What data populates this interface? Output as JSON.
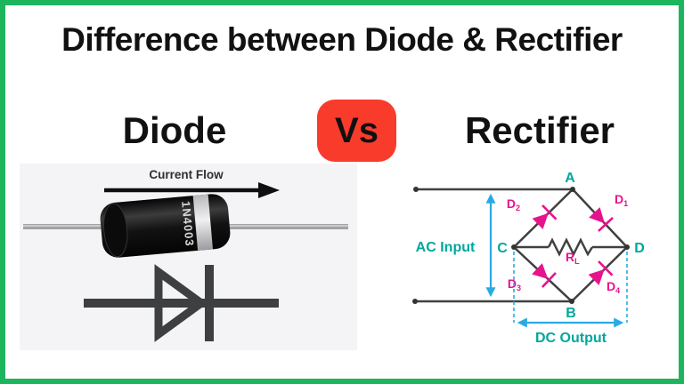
{
  "header": {
    "title": "Difference between Diode & Rectifier"
  },
  "comparison": {
    "left_label": "Diode",
    "vs_label": "Vs",
    "right_label": "Rectifier"
  },
  "diode_panel": {
    "current_flow_label": "Current Flow",
    "part_number": "1N4003"
  },
  "circuit": {
    "ac_input_label": "AC Input",
    "dc_output_label": "DC Output",
    "nodes": [
      "A",
      "B",
      "C",
      "D"
    ],
    "load_resistor": {
      "base": "R",
      "sub": "L"
    },
    "diodes": [
      {
        "base": "D",
        "sub": "1"
      },
      {
        "base": "D",
        "sub": "2"
      },
      {
        "base": "D",
        "sub": "3"
      },
      {
        "base": "D",
        "sub": "4"
      }
    ]
  },
  "colors": {
    "border-green": "#1db45e",
    "badge-red": "#f93b2c",
    "magenta": "#e7138c",
    "teal": "#00a79d",
    "blue": "#29abe2",
    "wire": "#404040",
    "panel-bg": "#f4f4f6",
    "ink": "#111111"
  }
}
